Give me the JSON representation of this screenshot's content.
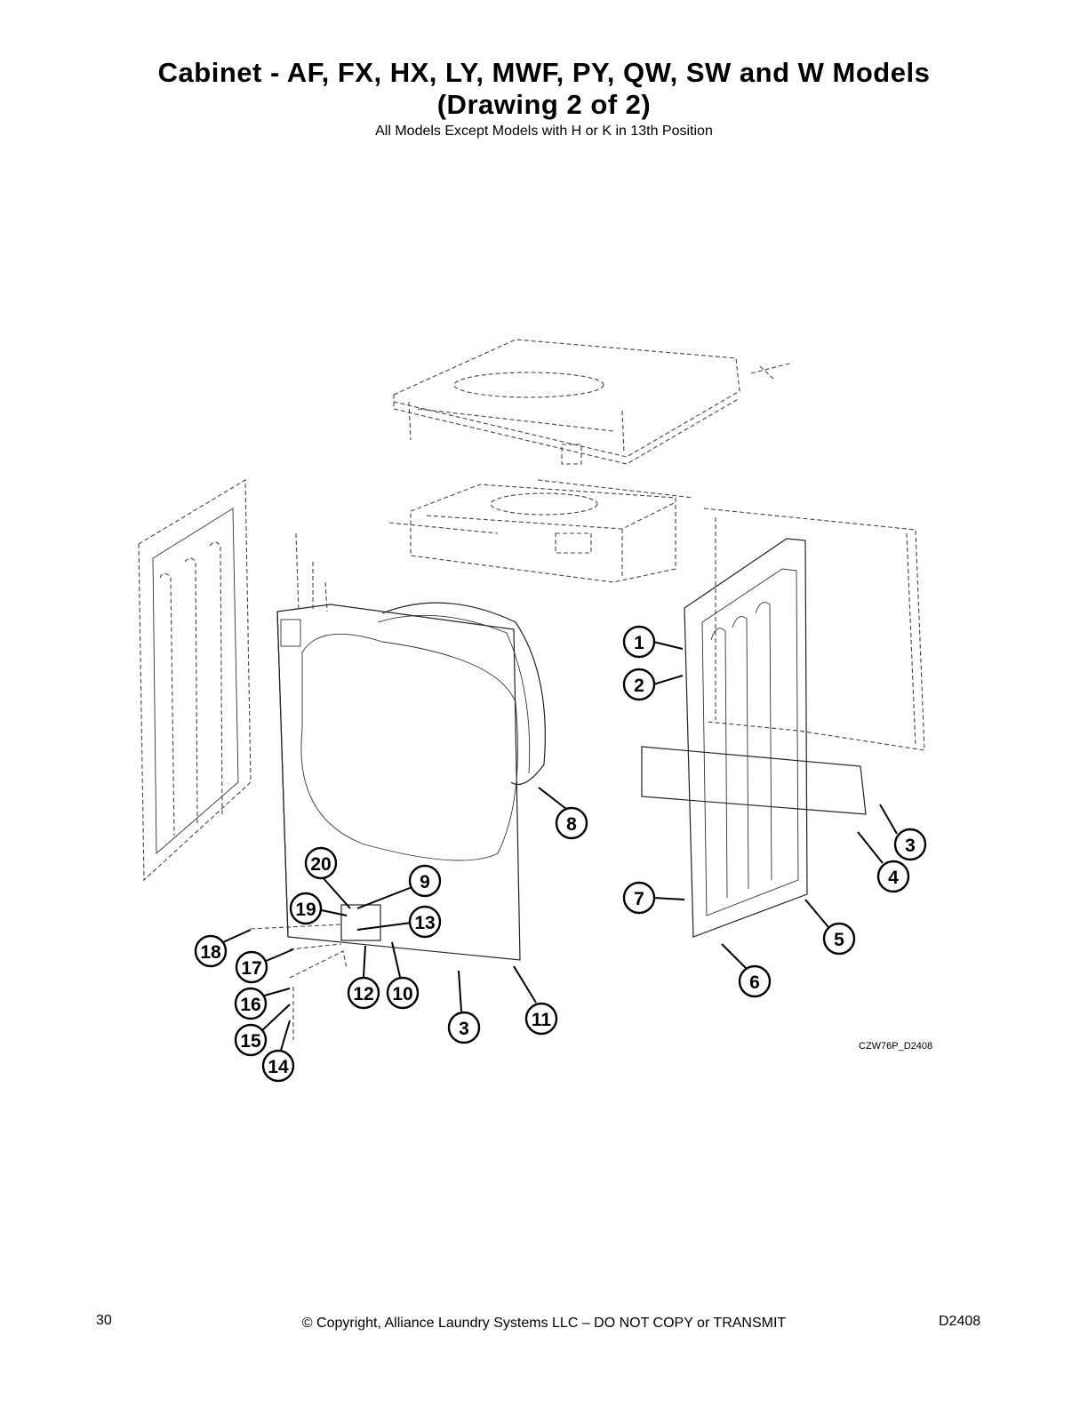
{
  "header": {
    "title_line1": "Cabinet - AF, FX, HX, LY, MWF, PY, QW, SW and W Models",
    "title_line2": "(Drawing 2 of 2)",
    "subtitle": "All Models Except Models with H or K in 13th Position"
  },
  "diagram": {
    "drawing_code": "CZW76P_D2408",
    "callouts": [
      "1",
      "2",
      "3",
      "4",
      "5",
      "6",
      "7",
      "8",
      "9",
      "10",
      "11",
      "12",
      "13",
      "14",
      "15",
      "16",
      "17",
      "18",
      "19",
      "20",
      "3"
    ]
  },
  "footer": {
    "page_number": "30",
    "copyright": "© Copyright, Alliance Laundry Systems LLC – DO NOT COPY or TRANSMIT",
    "doc_code": "D2408"
  }
}
